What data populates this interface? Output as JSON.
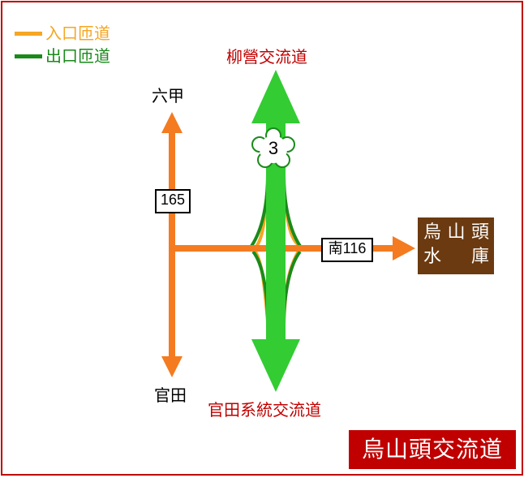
{
  "legend": [
    {
      "label": "入口匝道",
      "color": "#f5a623"
    },
    {
      "label": "出口匝道",
      "color": "#1a8a1a"
    }
  ],
  "destinations": {
    "north_green": "柳營交流道",
    "south_green": "官田系統交流道",
    "north_orange": "六甲",
    "south_orange": "官田"
  },
  "route_shields": {
    "freeway": "3",
    "provincial": "165",
    "county": "南116"
  },
  "reservoir": {
    "line1": [
      "烏",
      "山",
      "頭"
    ],
    "line2": [
      "水",
      "庫"
    ]
  },
  "interchange_name": "烏山頭交流道",
  "colors": {
    "frame": "#c00000",
    "freeway": "#33cc33",
    "local_road": "#f47b20",
    "entry_ramp": "#f5a623",
    "exit_ramp": "#1a8a1a",
    "reservoir": "#6b3a10"
  }
}
